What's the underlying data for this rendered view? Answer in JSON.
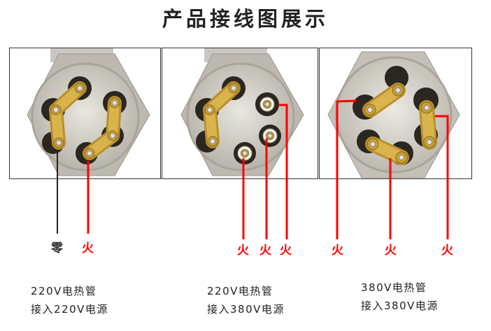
{
  "title": "产品接线图展示",
  "colors": {
    "live_wire": "#ff0000",
    "neutral_wire": "#222222",
    "brass": "#c9a23a",
    "panel_border": "#333333"
  },
  "panels": [
    {
      "id": "220v-heater-220v-supply",
      "wire_labels": [
        "零",
        "火"
      ],
      "description": [
        "220V电热管",
        "接入220V电源"
      ]
    },
    {
      "id": "220v-heater-380v-supply",
      "wire_labels": [
        "火",
        "火",
        "火"
      ],
      "description": [
        "220V电热管",
        "接入380V电源"
      ]
    },
    {
      "id": "380v-heater-380v-supply",
      "wire_labels": [
        "火",
        "火",
        "火"
      ],
      "description": [
        "380V电热管",
        "接入380V电源"
      ]
    }
  ]
}
